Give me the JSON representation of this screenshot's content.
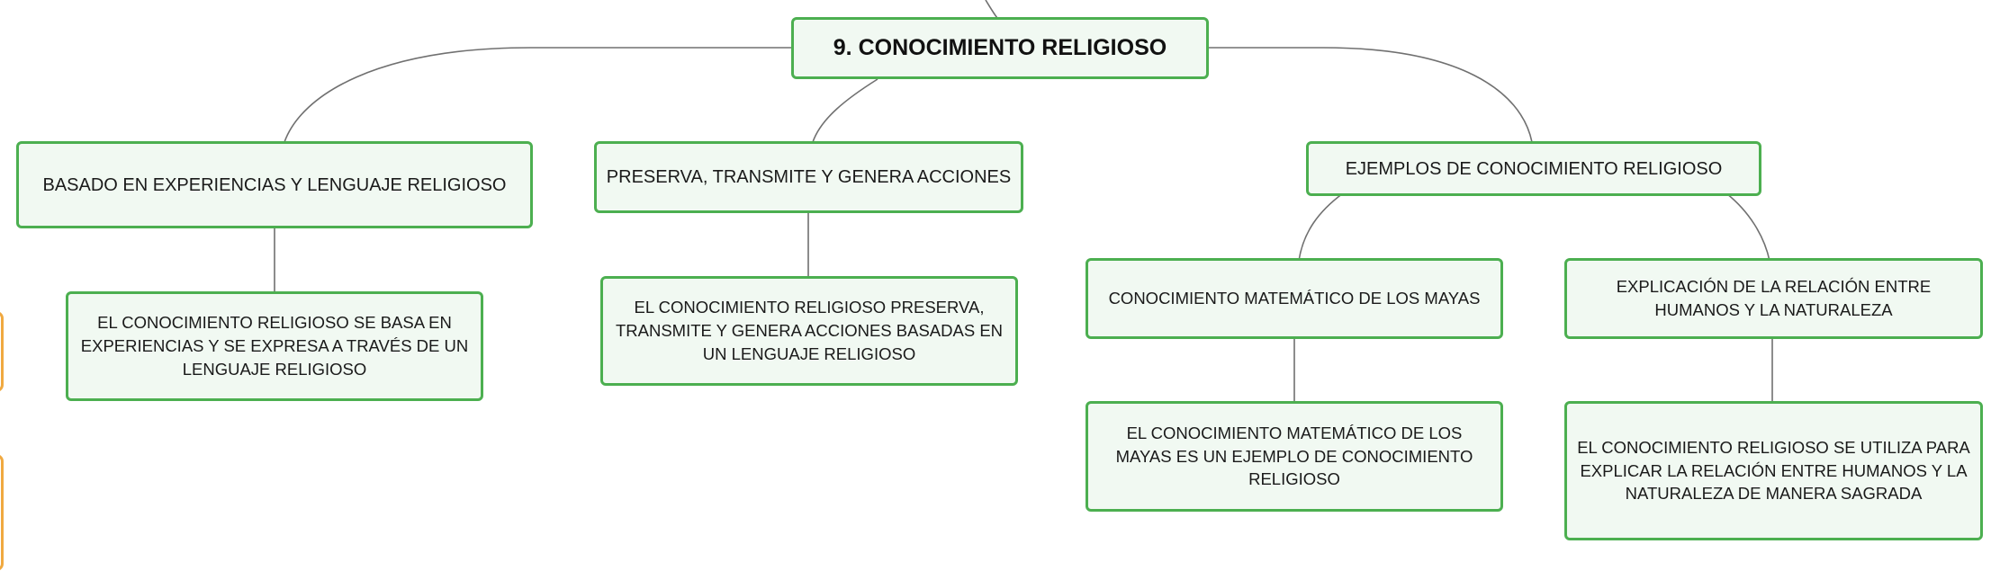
{
  "diagram": {
    "type": "mind-map",
    "colors": {
      "node_border": "#4caf50",
      "node_fill": "#f1f9f2",
      "connector": "#707070",
      "offscreen_stub_border": "#f0a940"
    },
    "root": {
      "label": "9. CONOCIMIENTO RELIGIOSO"
    },
    "branches": [
      {
        "label": "BASADO EN EXPERIENCIAS Y LENGUAJE RELIGIOSO",
        "children": [
          {
            "label": "EL CONOCIMIENTO RELIGIOSO SE BASA EN EXPERIENCIAS Y SE EXPRESA A TRAVÉS DE UN LENGUAJE RELIGIOSO"
          }
        ]
      },
      {
        "label": "PRESERVA, TRANSMITE Y GENERA ACCIONES",
        "children": [
          {
            "label": "EL CONOCIMIENTO RELIGIOSO PRESERVA, TRANSMITE Y GENERA ACCIONES BASADAS EN UN LENGUAJE RELIGIOSO"
          }
        ]
      },
      {
        "label": "EJEMPLOS DE CONOCIMIENTO RELIGIOSO",
        "children": [
          {
            "label": "CONOCIMIENTO MATEMÁTICO DE LOS MAYAS",
            "children": [
              {
                "label": "EL CONOCIMIENTO MATEMÁTICO DE LOS MAYAS ES UN EJEMPLO DE CONOCIMIENTO RELIGIOSO"
              }
            ]
          },
          {
            "label": "EXPLICACIÓN DE LA RELACIÓN ENTRE HUMANOS Y LA NATURALEZA",
            "children": [
              {
                "label": "EL CONOCIMIENTO RELIGIOSO SE UTILIZA PARA EXPLICAR LA RELACIÓN ENTRE HUMANOS Y LA NATURALEZA DE MANERA SAGRADA"
              }
            ]
          }
        ]
      }
    ]
  }
}
